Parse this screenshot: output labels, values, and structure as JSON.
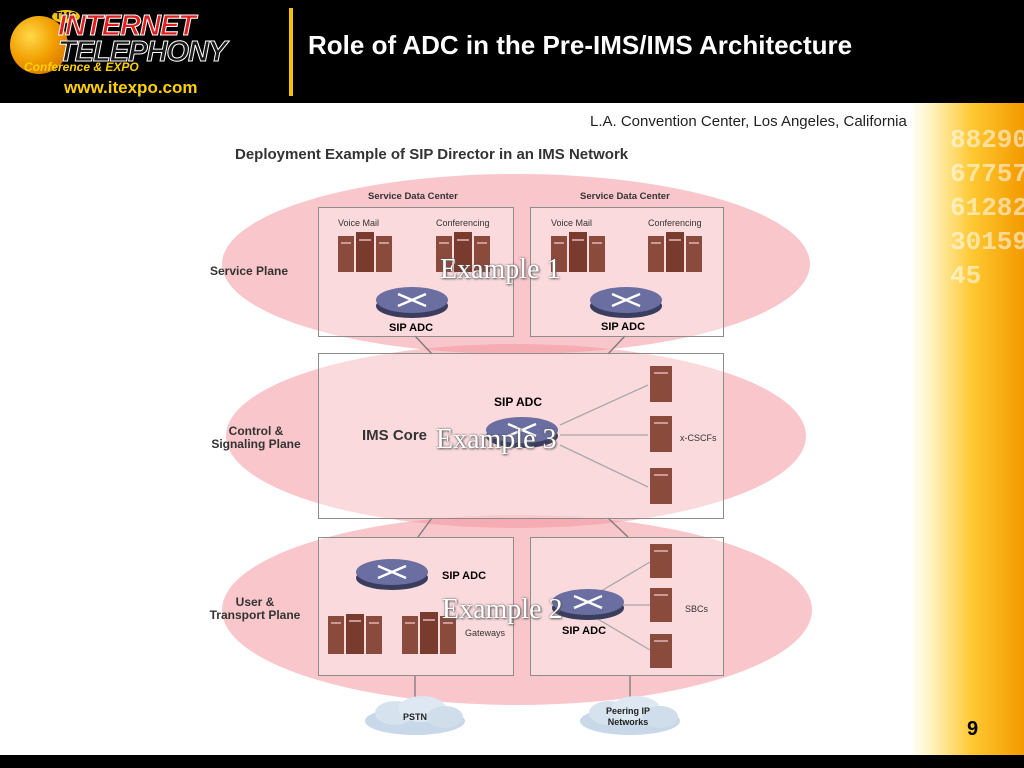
{
  "header": {
    "logo_tmc": "TMC",
    "logo_line1": "INTERNET",
    "logo_line2": "TELEPHONY",
    "logo_line3": "Conference & EXPO",
    "logo_url": "www.itexpo.com",
    "slide_title": "Role of ADC in the Pre-IMS/IMS Architecture"
  },
  "location": "L.A. Convention Center, Los Angeles, California",
  "diagram": {
    "title": "Deployment Example of SIP Director in an IMS Network",
    "planes": {
      "service": "Service Plane",
      "control": [
        "Control &",
        "Signaling Plane"
      ],
      "user": [
        "User &",
        "Transport Plane"
      ]
    },
    "service_dc_left": {
      "title": "Service Data Center",
      "voice_mail": "Voice Mail",
      "conferencing": "Conferencing",
      "adc": "SIP ADC"
    },
    "service_dc_right": {
      "title": "Service Data Center",
      "voice_mail": "Voice Mail",
      "conferencing": "Conferencing",
      "adc": "SIP ADC"
    },
    "control_box": {
      "core": "IMS Core",
      "adc": "SIP ADC",
      "servers": "x-CSCFs"
    },
    "user_left": {
      "adc": "SIP ADC",
      "servers": "Gateways"
    },
    "user_right": {
      "adc": "SIP ADC",
      "servers": "SBCs"
    },
    "clouds": {
      "pstn": "PSTN",
      "peering": [
        "Peering IP",
        "Networks"
      ]
    },
    "examples": [
      "Example 1",
      "Example 3",
      "Example 2"
    ]
  },
  "page_number": "9",
  "band_digits": "8829067757612823015945",
  "colors": {
    "header_bg": "#000000",
    "accent_yellow": "#f2c400",
    "ellipse": "#f4989f",
    "router": "#5b5f8e"
  }
}
